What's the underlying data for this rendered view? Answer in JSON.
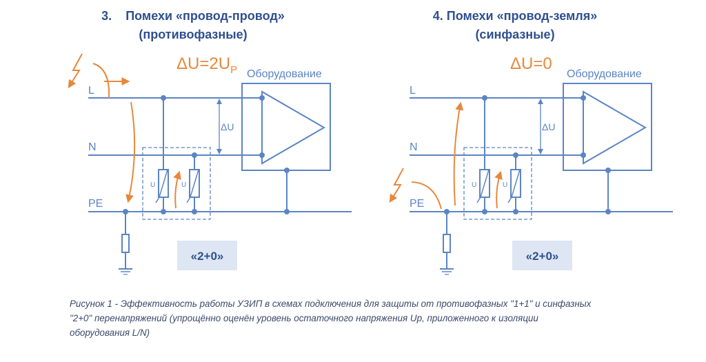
{
  "left_panel": {
    "title_line1": "3.    Помехи «провод-провод»",
    "title_line2": "(противофазные)",
    "delta_main": "ΔU=2U",
    "delta_sub": "P",
    "equipment_label": "Оборудование",
    "line_L": "L",
    "line_N": "N",
    "line_PE": "PE",
    "delta_u_label": "ΔU",
    "varistor_label": "U",
    "scheme_badge": "«2+0»"
  },
  "right_panel": {
    "title_line1": "4. Помехи «провод-земля»",
    "title_line2": "(синфазные)",
    "delta_main": "ΔU=0",
    "equipment_label": "Оборудование",
    "line_L": "L",
    "line_N": "N",
    "line_PE": "PE",
    "delta_u_label": "ΔU",
    "varistor_label": "U",
    "scheme_badge": "«2+0»"
  },
  "caption": {
    "line1": "Рисунок 1 - Эффективность работы УЗИП в схемах подключения для защиты от противофазных \"1+1\" и синфазных",
    "line2": "\"2+0\" перенапряжений (упрощённо оценён уровень остаточного напряжения Up, приложенного к изоляции",
    "line3": "оборудования L/N)"
  },
  "colors": {
    "wire": "#5b84c4",
    "arrow": "#e8873a",
    "title": "#2f4f8f",
    "badge_bg": "#dde6f2",
    "caption": "#3b4a6b"
  }
}
